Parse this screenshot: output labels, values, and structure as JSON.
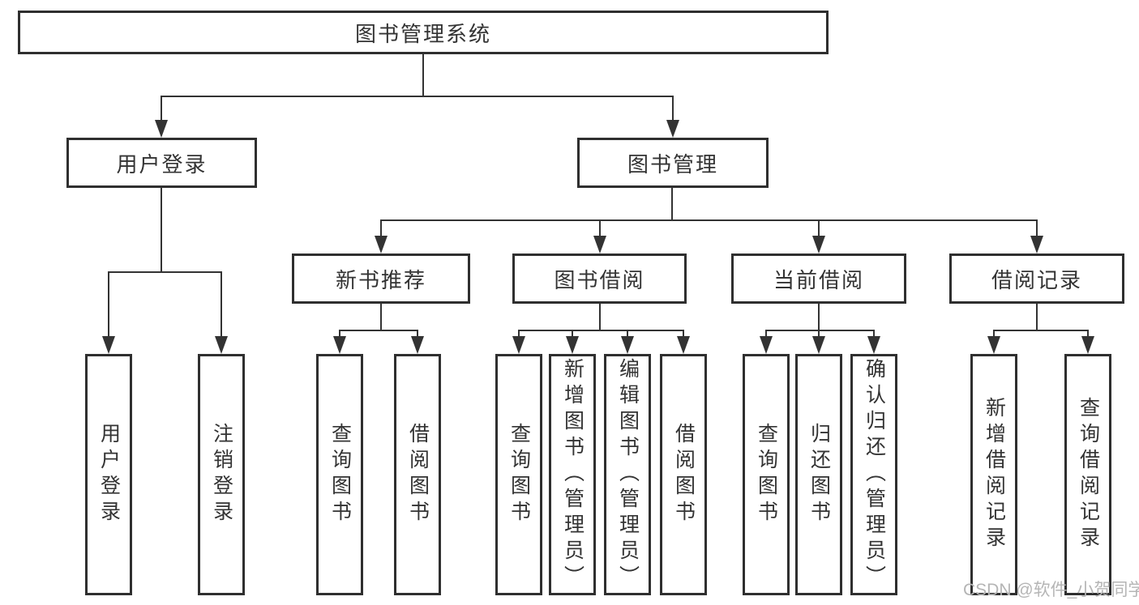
{
  "diagram_type": "hierarchy-tree",
  "colors": {
    "box_border": "#2f2f2f",
    "connector": "#333333",
    "text": "#333333",
    "watermark": "#b5b5b5",
    "background": "#ffffff"
  },
  "tree": {
    "label": "图书管理系统",
    "children": [
      {
        "label": "用户登录",
        "children": [
          {
            "label": "用户登录"
          },
          {
            "label": "注销登录"
          }
        ]
      },
      {
        "label": "图书管理",
        "children": [
          {
            "label": "新书推荐",
            "children": [
              {
                "label": "查询图书"
              },
              {
                "label": "借阅图书"
              }
            ]
          },
          {
            "label": "图书借阅",
            "children": [
              {
                "label": "查询图书"
              },
              {
                "label": "新增图书（管理员）"
              },
              {
                "label": "编辑图书（管理员）"
              },
              {
                "label": "借阅图书"
              }
            ]
          },
          {
            "label": "当前借阅",
            "children": [
              {
                "label": "查询图书"
              },
              {
                "label": "归还图书"
              },
              {
                "label": "确认归还（管理员）"
              }
            ]
          },
          {
            "label": "借阅记录",
            "children": [
              {
                "label": "新增借阅记录"
              },
              {
                "label": "查询借阅记录"
              }
            ]
          }
        ]
      }
    ]
  },
  "watermark": {
    "text": "CSDN @软件_小贺同学"
  }
}
